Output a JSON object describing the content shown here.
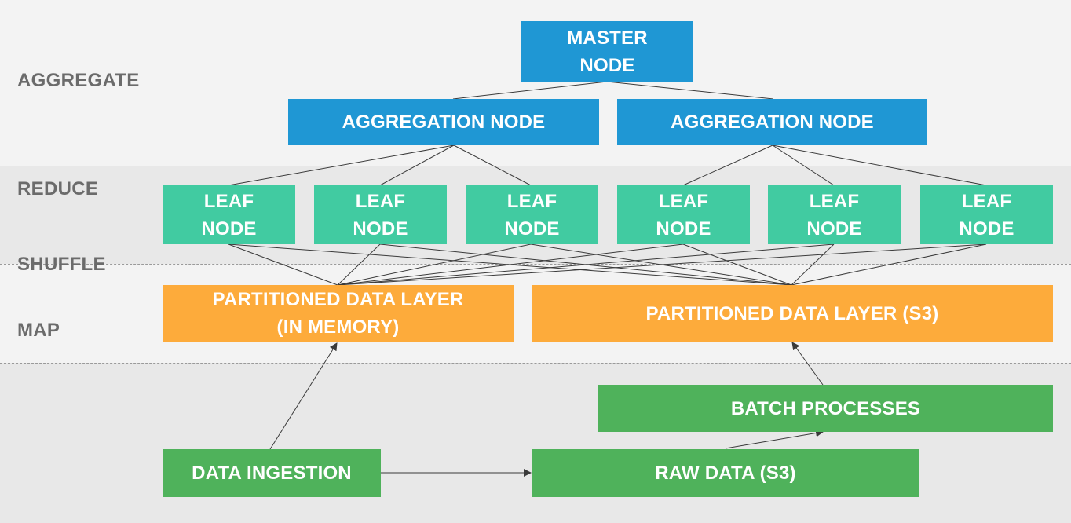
{
  "layers": {
    "aggregate": "AGGREGATE",
    "reduce": "REDUCE",
    "shuffle": "SHUFFLE",
    "map": "MAP"
  },
  "nodes": {
    "master": "MASTER\nNODE",
    "aggregation_1": "AGGREGATION NODE",
    "aggregation_2": "AGGREGATION NODE",
    "leaf_1": "LEAF\nNODE",
    "leaf_2": "LEAF\nNODE",
    "leaf_3": "LEAF\nNODE",
    "leaf_4": "LEAF\nNODE",
    "leaf_5": "LEAF\nNODE",
    "leaf_6": "LEAF\nNODE",
    "partition_memory": "PARTITIONED DATA LAYER\n(IN MEMORY)",
    "partition_s3": "PARTITIONED DATA LAYER (S3)",
    "batch_processes": "BATCH PROCESSES",
    "data_ingestion": "DATA INGESTION",
    "raw_data": "RAW DATA (S3)"
  },
  "colors": {
    "master": "#1f97d4",
    "aggregation": "#1f97d4",
    "leaf": "#41cba1",
    "partition": "#fdab3b",
    "source": "#4fb25b",
    "layer_label": "#6b6b6b",
    "edge": "#3a3a3a"
  }
}
